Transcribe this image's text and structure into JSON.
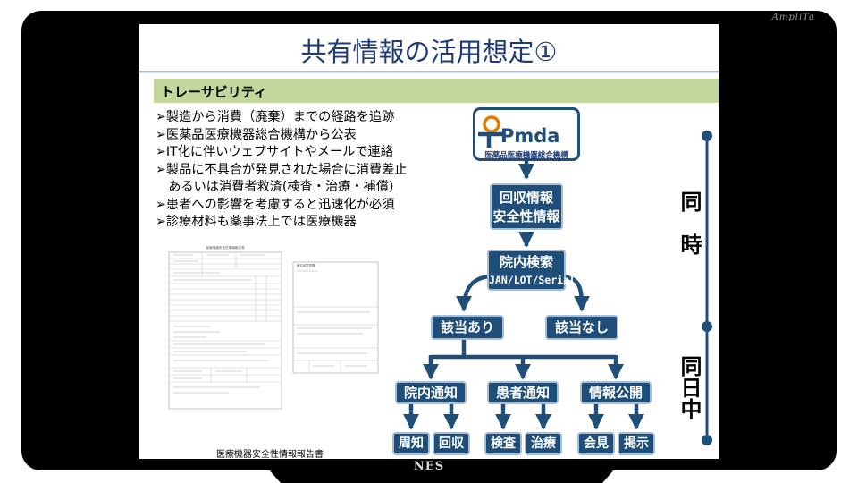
{
  "brand": {
    "top": "AmpliTa",
    "bottom": "NES"
  },
  "slide": {
    "title": "共有情報の活用想定①",
    "section": "トレーサビリティ",
    "bullets": [
      "➢製造から消費（廃棄）までの経路を追跡",
      "➢医薬品医療機器総合機構から公表",
      "➢IT化に伴いウェブサイトやメールで連絡",
      "➢製品に不具合が発見された場合に消費差止",
      "　あるいは消費者救済(検査・治療・補償)",
      "➢患者への影響を考慮すると迅速化が必須",
      "➢診療材料も薬事法上では医療機器"
    ],
    "document_caption": "医療機器安全性情報報告書",
    "form_a_title": "医療機器安全性情報報告書",
    "form_b_title": "報告者意見欄"
  },
  "flow": {
    "logo_text": "Pmda",
    "logo_sub": "医薬品医療機器総合機構",
    "recall": [
      "回収情報",
      "安全性情報"
    ],
    "search": [
      "院内検索",
      "JAN/LOT/Serial"
    ],
    "match": "該当あり",
    "nomatch": "該当なし",
    "actions": [
      {
        "label": "院内通知",
        "children": [
          "周知",
          "回収"
        ]
      },
      {
        "label": "患者通知",
        "children": [
          "検査",
          "治療"
        ]
      },
      {
        "label": "情報公開",
        "children": [
          "会見",
          "掲示"
        ]
      }
    ]
  },
  "timeline": {
    "top_label": "同　時",
    "bottom_label": "同日中"
  },
  "colors": {
    "node": "#1f4e79",
    "band": "#c3d69b",
    "title": "#1f3a78"
  }
}
